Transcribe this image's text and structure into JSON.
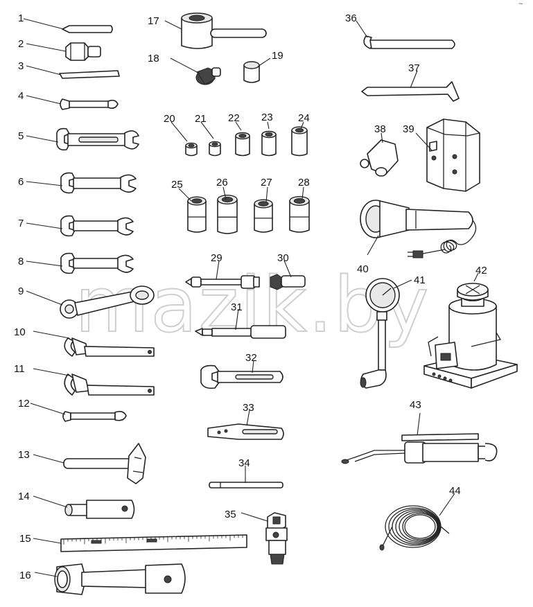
{
  "watermark": "mazik.by",
  "corner_mark": "~",
  "parts": [
    {
      "n": "1",
      "icon": "drift-punch"
    },
    {
      "n": "2",
      "icon": "hex-adapter"
    },
    {
      "n": "3",
      "icon": "flat-blade"
    },
    {
      "n": "4",
      "icon": "open-end-wrench"
    },
    {
      "n": "5",
      "icon": "open-end-wrench"
    },
    {
      "n": "6",
      "icon": "open-end-wrench"
    },
    {
      "n": "7",
      "icon": "open-end-wrench"
    },
    {
      "n": "8",
      "icon": "open-end-wrench"
    },
    {
      "n": "9",
      "icon": "box-end-wrench"
    },
    {
      "n": "10",
      "icon": "hook-spanner"
    },
    {
      "n": "11",
      "icon": "hook-spanner"
    },
    {
      "n": "12",
      "icon": "open-end-wrench"
    },
    {
      "n": "13",
      "icon": "hammer"
    },
    {
      "n": "14",
      "icon": "tube-socket"
    },
    {
      "n": "15",
      "icon": "ruler"
    },
    {
      "n": "16",
      "icon": "long-socket"
    },
    {
      "n": "17",
      "icon": "t-socket-wrench"
    },
    {
      "n": "18",
      "icon": "adapter-fitting"
    },
    {
      "n": "19",
      "icon": "socket"
    },
    {
      "n": "20",
      "icon": "socket"
    },
    {
      "n": "21",
      "icon": "socket"
    },
    {
      "n": "22",
      "icon": "socket"
    },
    {
      "n": "23",
      "icon": "socket"
    },
    {
      "n": "24",
      "icon": "socket"
    },
    {
      "n": "25",
      "icon": "socket"
    },
    {
      "n": "26",
      "icon": "socket"
    },
    {
      "n": "27",
      "icon": "socket"
    },
    {
      "n": "28",
      "icon": "socket"
    },
    {
      "n": "29",
      "icon": "screwdriver-extension"
    },
    {
      "n": "30",
      "icon": "socket-adapter"
    },
    {
      "n": "31",
      "icon": "screwdriver"
    },
    {
      "n": "32",
      "icon": "open-end-wrench"
    },
    {
      "n": "33",
      "icon": "handle"
    },
    {
      "n": "34",
      "icon": "rod"
    },
    {
      "n": "35",
      "icon": "universal-joint"
    },
    {
      "n": "36",
      "icon": "hook-wrench"
    },
    {
      "n": "37",
      "icon": "pry-bar"
    },
    {
      "n": "38",
      "icon": "nut-tool"
    },
    {
      "n": "39",
      "icon": "hex-box-wrench"
    },
    {
      "n": "40",
      "icon": "inspection-lamp"
    },
    {
      "n": "41",
      "icon": "tire-pressure-gauge"
    },
    {
      "n": "42",
      "icon": "hydraulic-jack"
    },
    {
      "n": "43",
      "icon": "grease-gun"
    },
    {
      "n": "44",
      "icon": "coiled-hose"
    }
  ]
}
